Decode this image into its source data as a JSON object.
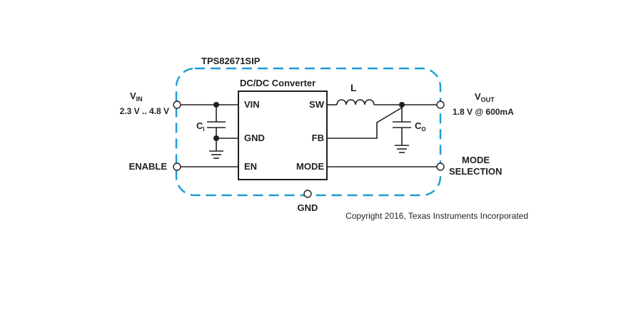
{
  "module_name": "TPS82671SIP",
  "converter_title": "DC/DC Converter",
  "pins": {
    "vin": "VIN",
    "gnd": "GND",
    "en": "EN",
    "sw": "SW",
    "fb": "FB",
    "mode": "MODE"
  },
  "vin": {
    "label": "V",
    "subscript": "IN",
    "range": "2.3 V .. 4.8 V"
  },
  "vout": {
    "label": "V",
    "subscript": "OUT",
    "value": "1.8 V @ 600mA"
  },
  "enable_label": "ENABLE",
  "mode_selection": {
    "line1": "MODE",
    "line2": "SELECTION"
  },
  "gnd_terminal_label": "GND",
  "inductor_label": "L",
  "ci": {
    "label": "C",
    "subscript": "I"
  },
  "co": {
    "label": "C",
    "subscript": "O"
  },
  "copyright": "Copyright 2016, Texas Instruments Incorporated",
  "colors": {
    "module_outline": "#1a9bd7",
    "wire": "#231f20"
  }
}
